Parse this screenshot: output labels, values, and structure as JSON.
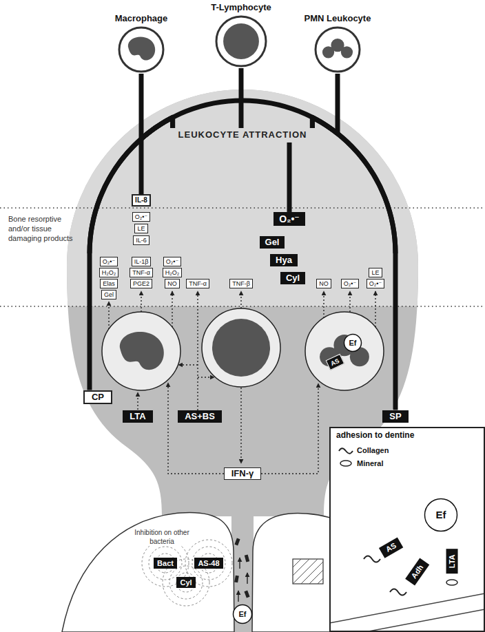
{
  "diagram": {
    "nodes": [
      {
        "text": [
          "Macrophage"
        ]
      },
      {
        "text": [
          "T-Lymphocyte"
        ]
      },
      {
        "text": [
          "PMN Leukocyte"
        ]
      },
      {
        "text": [
          "LEUKOCYTE ATTRACTION"
        ]
      },
      {
        "text": [
          "IL-8"
        ]
      },
      {
        "text": [
          "O₂•⁻"
        ]
      },
      {
        "text": [
          "O₂•⁻"
        ]
      },
      {
        "text": [
          "LE"
        ]
      },
      {
        "text": [
          "Gel"
        ]
      },
      {
        "text": [
          "IL-6"
        ]
      },
      {
        "text": [
          "Hya"
        ]
      },
      {
        "text": [
          "O₂•⁻"
        ]
      },
      {
        "text": [
          "IL-1β"
        ]
      },
      {
        "text": [
          "O₂•⁻"
        ]
      },
      {
        "text": [
          "H₂O₂"
        ]
      },
      {
        "text": [
          "TNF-α"
        ]
      },
      {
        "text": [
          "H₂O₂"
        ]
      },
      {
        "text": [
          "LE"
        ]
      },
      {
        "text": [
          "Cyl"
        ]
      },
      {
        "text": [
          "Elas"
        ]
      },
      {
        "text": [
          "PGE2"
        ]
      },
      {
        "text": [
          "NO"
        ]
      },
      {
        "text": [
          "TNF-α"
        ]
      },
      {
        "text": [
          "TNF-β"
        ]
      },
      {
        "text": [
          "NO"
        ]
      },
      {
        "text": [
          "O₂•⁻"
        ]
      },
      {
        "text": [
          "O₂•⁻"
        ]
      },
      {
        "text": [
          "Gel"
        ]
      },
      {
        "text": [
          "AS"
        ]
      },
      {
        "text": [
          "Ef"
        ]
      },
      {
        "text": [
          "CP"
        ]
      },
      {
        "text": [
          "LTA"
        ]
      },
      {
        "text": [
          "AS+BS"
        ]
      },
      {
        "text": [
          "SP"
        ]
      },
      {
        "text": [
          "IFN-γ"
        ]
      },
      {
        "text": [
          "Bact"
        ]
      },
      {
        "text": [
          "AS-48"
        ]
      },
      {
        "text": [
          "Cyl"
        ]
      },
      {
        "text": [
          "Ef"
        ]
      },
      {
        "text": [
          "adhesion to dentine"
        ]
      },
      {
        "text": [
          "Ef"
        ],
        "in": 39
      },
      {
        "text": [
          "AS"
        ],
        "in": 39
      },
      {
        "text": [
          "Adh"
        ],
        "in": 39
      },
      {
        "text": [
          "LTA"
        ],
        "in": 39
      }
    ],
    "edges": [
      {
        "from": 30,
        "to": 3,
        "arrow": "none"
      },
      {
        "from": 33,
        "to": 3,
        "arrow": "none"
      },
      {
        "from": 4,
        "to": 3,
        "arrow": "none"
      },
      {
        "from": 5,
        "to": 3,
        "arrow": "none"
      },
      {
        "from": 3,
        "to": 0,
        "arrow": "none"
      },
      {
        "from": 3,
        "to": 1,
        "arrow": "none"
      },
      {
        "from": 3,
        "to": 2,
        "arrow": "none"
      }
    ],
    "labels": [
      "Bone resorptive and/or tissue damaging products",
      "Inhibition on other bacteria"
    ],
    "legend": [
      {
        "text": "Collagen"
      },
      {
        "text": "Mineral"
      }
    ]
  }
}
